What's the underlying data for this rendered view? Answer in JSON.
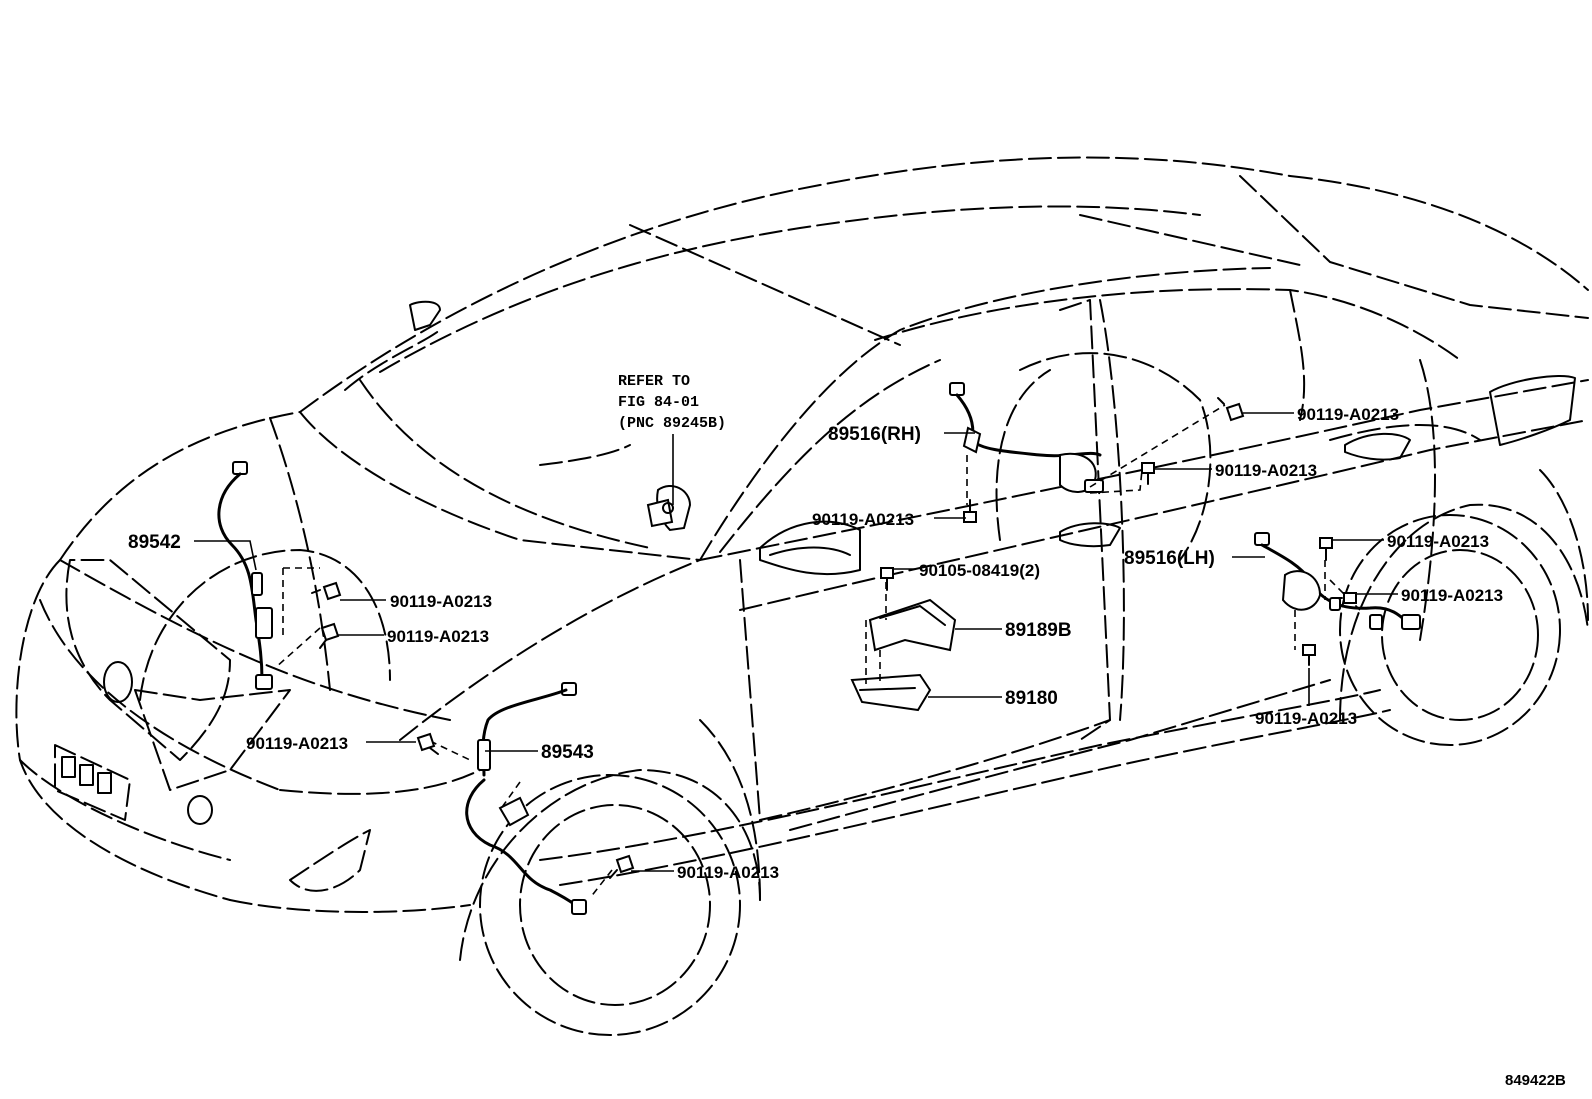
{
  "note": {
    "line1": "REFER TO",
    "line2": "FIG 84-01",
    "line3": "(PNC 89245B)"
  },
  "labels": {
    "p89542": "89542",
    "p89543": "89543",
    "p89516_rh": "89516(RH)",
    "p89516_lh": "89516(LH)",
    "p89189b": "89189B",
    "p89180": "89180",
    "bolt_90105": "90105-08419(2)",
    "bolt_fr_1": "90119-A0213",
    "bolt_fr_2": "90119-A0213",
    "bolt_fr_3": "90119-A0213",
    "bolt_fl": "90119-A0213",
    "bolt_rh_1": "90119-A0213",
    "bolt_rh_2": "90119-A0213",
    "bolt_rh_3": "90119-A0213",
    "bolt_lh_1": "90119-A0213",
    "bolt_lh_2": "90119-A0213",
    "bolt_lh_3": "90119-A0213"
  },
  "figure_code": "849422B"
}
